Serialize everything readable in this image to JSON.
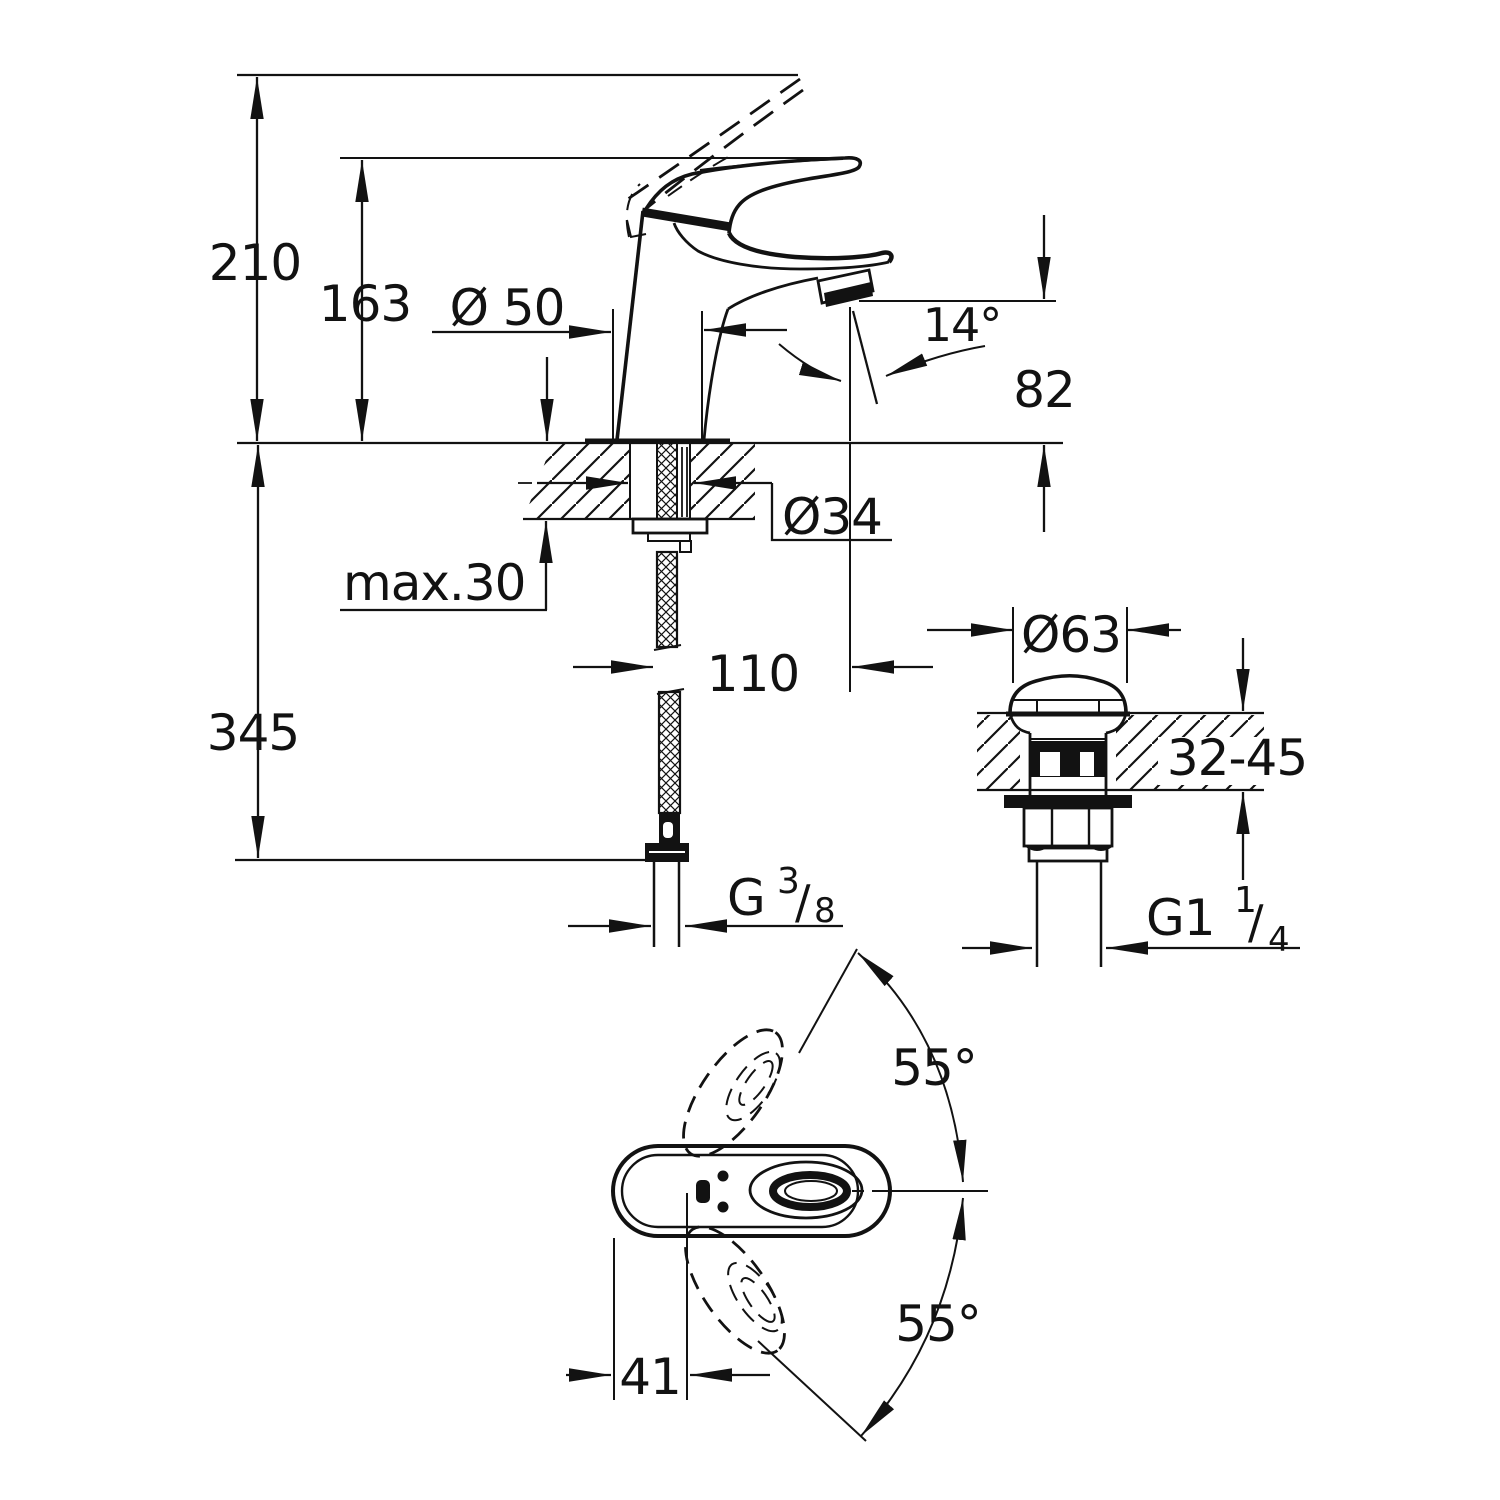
{
  "app": {
    "background": "#ffffff",
    "ink": "#121212"
  },
  "drawing": {
    "type": "technical-drawing",
    "subject": "single-lever basin mixer with pop-up waste, dimension drawing",
    "views": {
      "side": {
        "overall_height": "210",
        "lever_height": "163",
        "base_diameter": "Ø 50",
        "aerator_angle": "14°",
        "spout_outlet_height": "82",
        "shank_diameter": "Ø34",
        "mounting_thickness": "max.30",
        "below_deck_height": "345",
        "spout_projection": "110",
        "supply_thread_g": "G",
        "supply_thread_num": "3",
        "supply_thread_slash": "/",
        "supply_thread_den": "8"
      },
      "waste": {
        "cap_diameter": "Ø63",
        "deck_range": "32-45",
        "thread_g": "G1",
        "thread_num": "1",
        "thread_slash": "/",
        "thread_den": "4"
      },
      "top": {
        "swing_upper": "55°",
        "swing_lower": "55°",
        "handle_offset": "41"
      }
    }
  }
}
